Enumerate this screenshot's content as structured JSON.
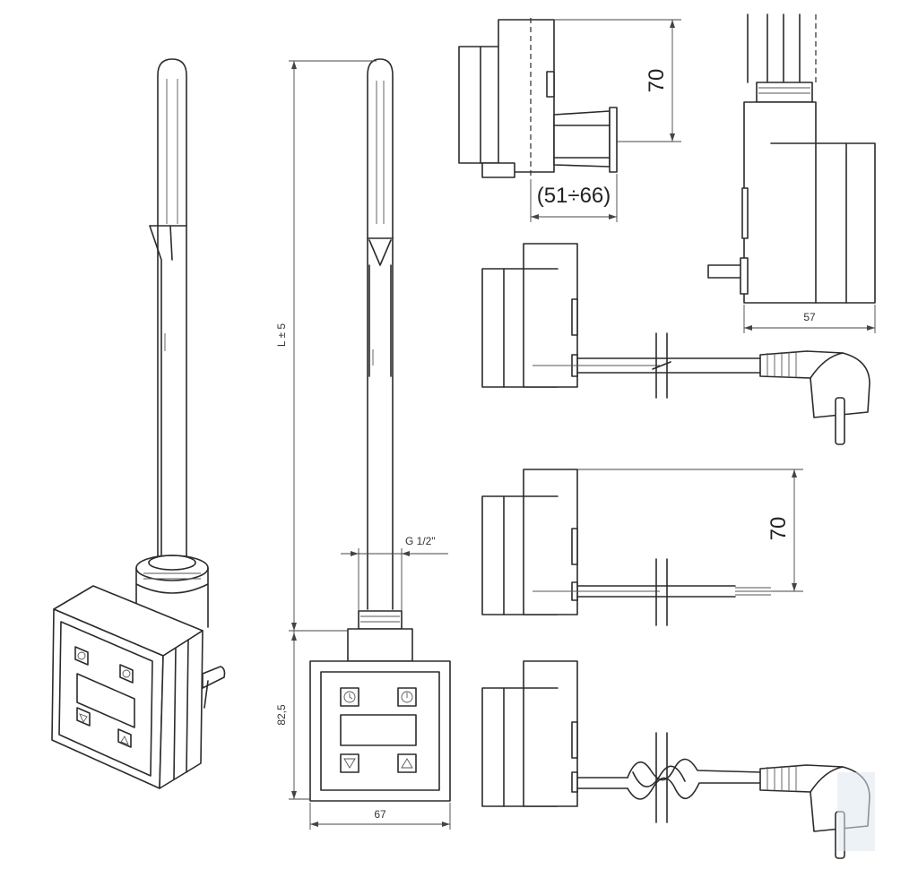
{
  "diagram": {
    "labels": {
      "length": "L ± 5",
      "thread": "G 1/2\"",
      "height_body": "82,5",
      "width_body": "67",
      "depth_top": "70",
      "depth_range": "(51÷66)",
      "side_width": "57",
      "depth_cable": "70"
    },
    "buttons": {
      "timer_icon": "clock-icon",
      "power_icon": "power-icon",
      "down_icon": "arrow-down-icon",
      "up_icon": "arrow-up-icon"
    }
  }
}
